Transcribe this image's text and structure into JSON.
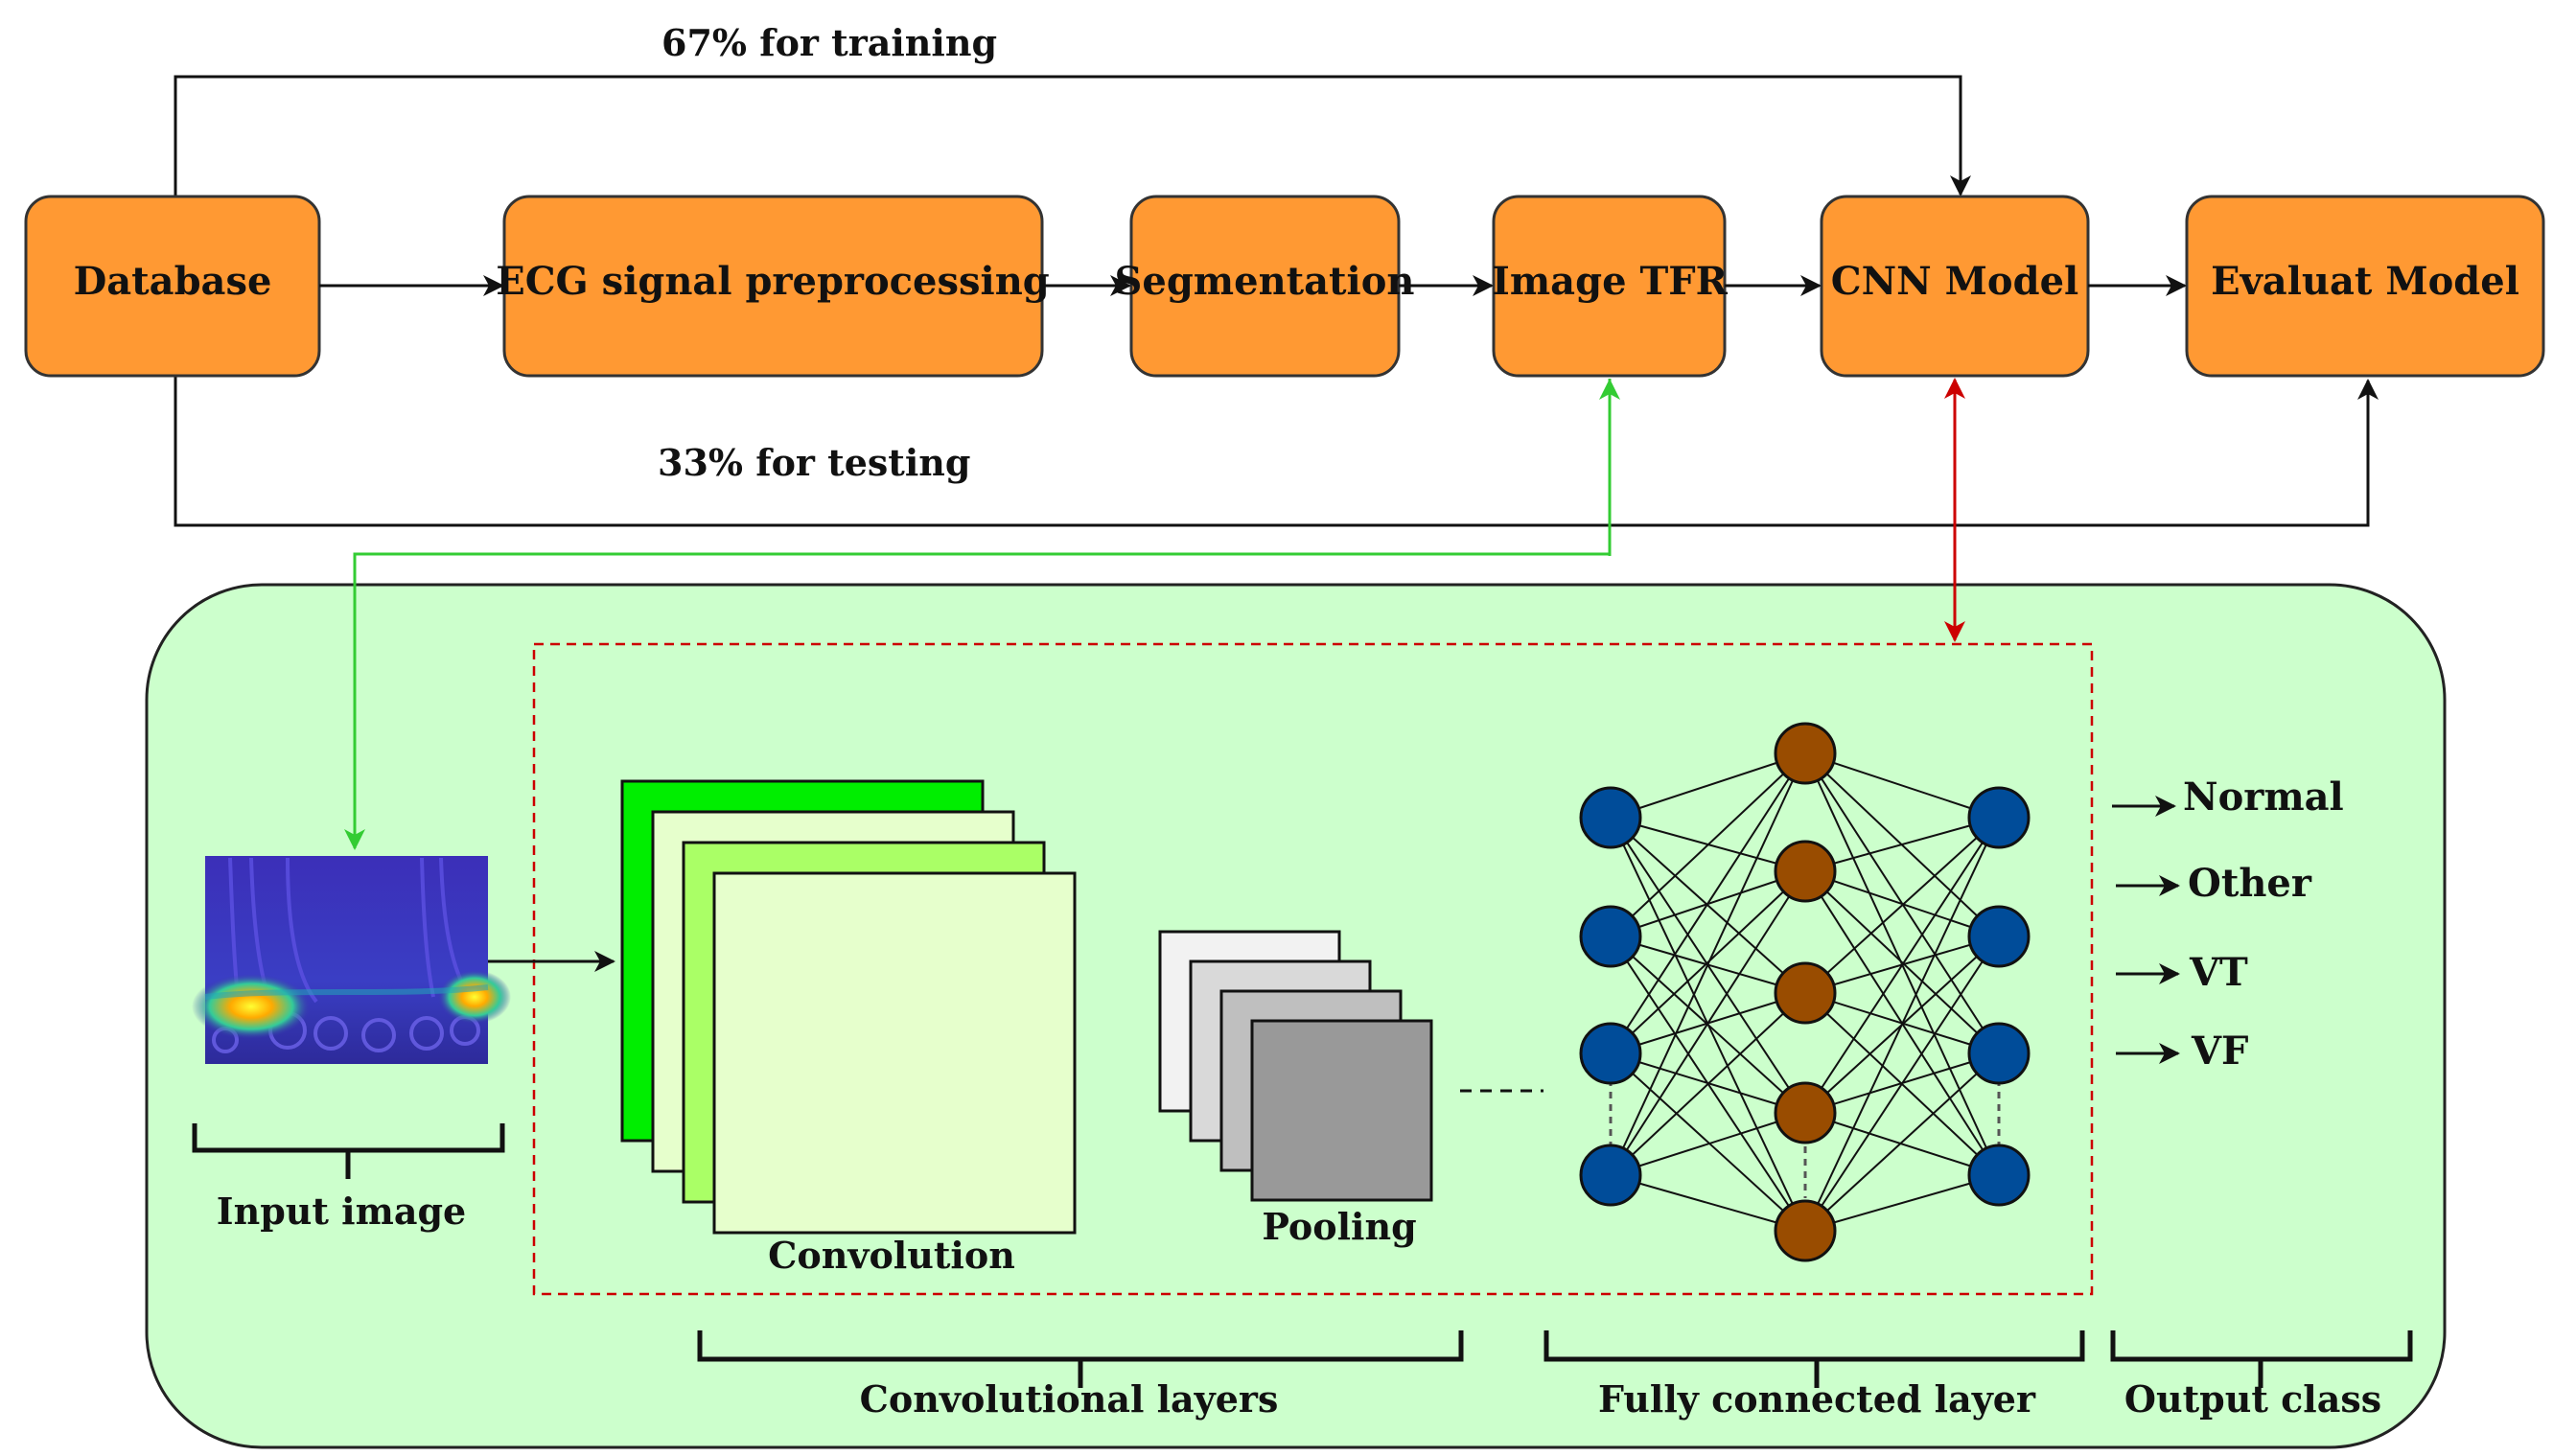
{
  "split": {
    "training": "67% for training",
    "testing": "33% for testing"
  },
  "pipeline": {
    "boxes": [
      "Database",
      "ECG signal preprocessing",
      "Segmentation",
      "Image TFR",
      "CNN Model",
      "Evaluat Model"
    ]
  },
  "network": {
    "input_image_label": "Input image",
    "convolution_label": "Convolution",
    "pooling_label": "Pooling",
    "convolutional_layers_label": "Convolutional layers",
    "fully_connected_label": "Fully connected layer",
    "output_class_label": "Output class",
    "output_classes": [
      "Normal",
      "Other",
      "VT",
      "VF"
    ]
  },
  "colors": {
    "box_fill": "#FF9933",
    "panel_fill": "#CCFFCC",
    "green_link": "#33CC33",
    "red_link": "#CC0000",
    "neuron_blue": "#004C99",
    "neuron_brown": "#994C00"
  }
}
